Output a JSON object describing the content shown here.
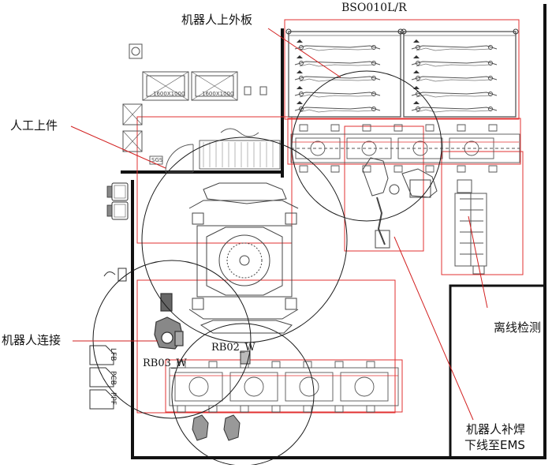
{
  "station_code": "BSO010L/R",
  "callouts": {
    "robot_load_outer_panel": "机器人上外板",
    "manual_loading": "人工上件",
    "robot_connection": "机器人连接",
    "offline_inspection": "离线检测",
    "robot_repair_weld_line1": "机器人补焊",
    "robot_repair_weld_line2": "下线至EMS"
  },
  "robots": {
    "rb02": "RB02_W",
    "rb03": "RB03_W"
  },
  "rack_labels": [
    "1600X1000",
    "1600X1000"
  ],
  "side_stations": [
    "PPF",
    "PCB",
    "LFB"
  ],
  "small_marks": {
    "sgs": "SGS"
  },
  "colors": {
    "wall": "#111111",
    "zone_outline": "#e23030",
    "callout_line": "#d22020",
    "equipment": "#555555",
    "reach_circle": "#1a1a1a"
  }
}
